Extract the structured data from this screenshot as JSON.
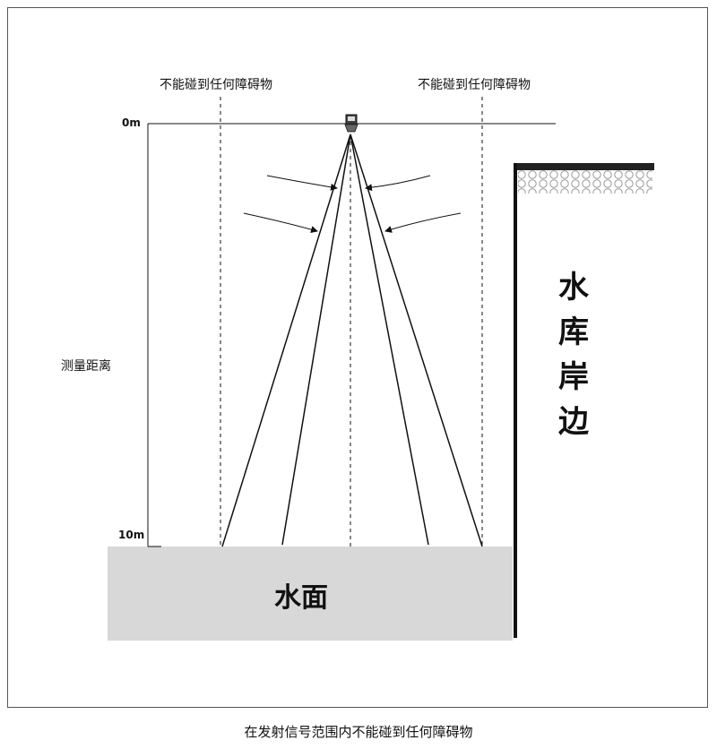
{
  "labels": {
    "obstacle_left": "不能碰到任何障碍物",
    "obstacle_right": "不能碰到任何障碍物",
    "tick_top": "0m",
    "tick_bottom": "10m",
    "measure": "测量距离",
    "water": "水面",
    "shore": [
      "水",
      "库",
      "岸",
      "边"
    ],
    "caption": "在发射信号范围内不能碰到任何障碍物"
  },
  "colors": {
    "line": "#111111",
    "water_fill": "#d8d8d8",
    "frame": "#555555"
  }
}
